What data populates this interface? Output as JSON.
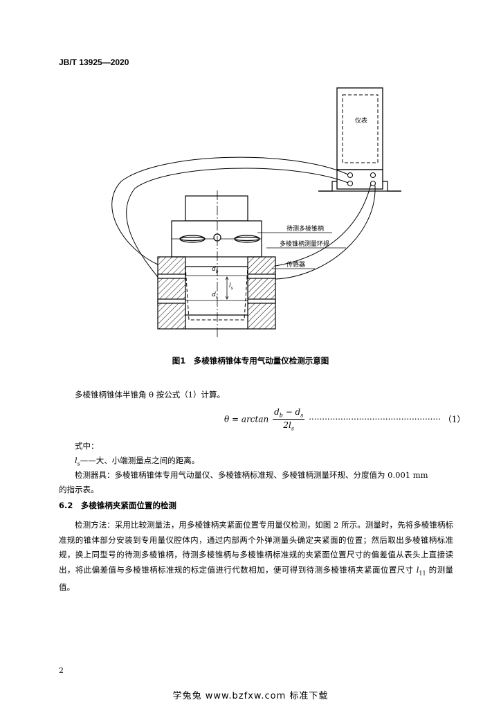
{
  "header": {
    "standard_code": "JB/T 13925—2020"
  },
  "figure": {
    "labels": {
      "meter": "仪表",
      "taper_to_test": "待测多棱锥柄",
      "ring_gauge": "多棱锥柄测量环规",
      "sensor": "传感器",
      "d_b": "d",
      "d_b_sub": "b",
      "d_s": "d",
      "d_s_sub": "s",
      "l_s": "l",
      "l_s_sub": "s"
    },
    "caption": "图1　多棱锥柄锥体专用气动量仪检测示意图"
  },
  "para_intro": "多棱锥柄锥体半锥角 θ 按公式（1）计算。",
  "formula": {
    "lhs": "θ = arctan",
    "numerator": "d",
    "numerator_sub1": "b",
    "numerator_minus": " − d",
    "numerator_sub2": "s",
    "denominator": "2l",
    "denominator_sub": "s",
    "dots": "··················································",
    "number": "（1）"
  },
  "where": {
    "title": "式中：",
    "var": "l",
    "var_sub": "s",
    "desc": "——大、小端测量点之间的距离。"
  },
  "instruments": {
    "line1": "检测器具：多棱锥柄锥体专用气动量仪、多棱锥柄标准规、多棱锥柄测量环规、分度值为 0.001 mm",
    "line2": "的指示表。"
  },
  "section": {
    "number": "6.2",
    "title": "多棱锥柄夹紧面位置的检测",
    "body_part1": "检测方法：采用比较测量法，用多棱锥柄夹紧面位置专用量仪检测，如图 2 所示。测量时，先将多棱锥柄标准规的锥体部分安装到专用量仪腔体内，通过内部两个外弹测量头确定夹紧面的位置；然后取出多棱锥柄标准规，换上同型号的待测多棱锥柄，待测多棱锥柄与多棱锥柄标准规的夹紧面位置尺寸的偏差值从表头上直接读出，将此偏差值与多棱锥柄标准规的标定值进行代数相加，便可得到待测多棱锥柄夹紧面位置尺寸 ",
    "body_var": "l",
    "body_var_sub": "11",
    "body_part2": " 的测量值。"
  },
  "page_number": "2",
  "footer": "学兔兔 www.bzfxw.com 标准下载"
}
